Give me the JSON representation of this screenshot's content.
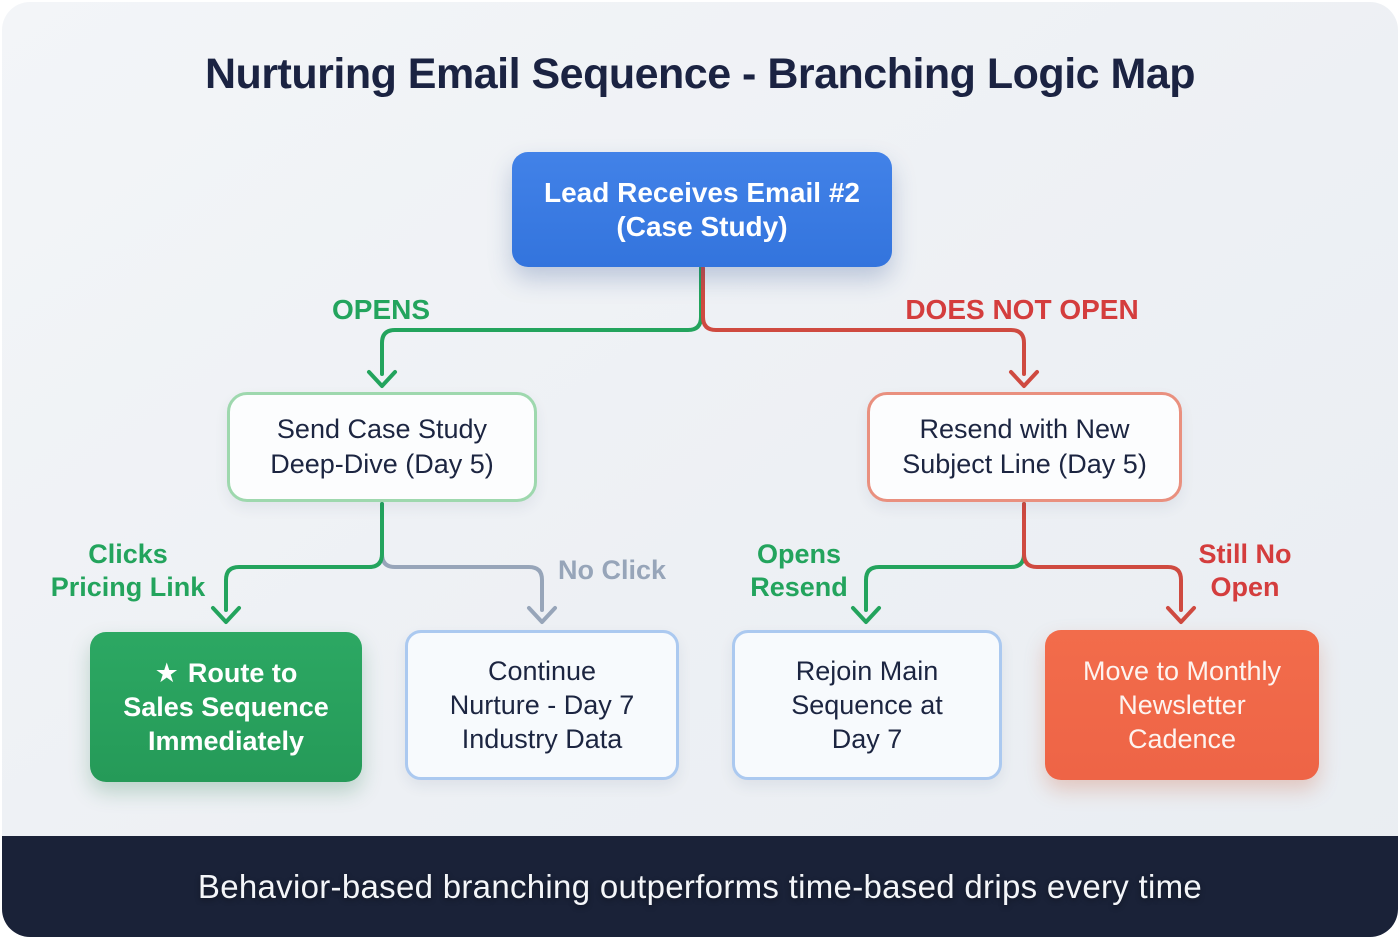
{
  "title": "Nurturing Email Sequence - Branching Logic Map",
  "nodes": {
    "root": {
      "text": "Lead Receives Email #2\n(Case Study)"
    },
    "case_study_deep_dive": {
      "text": "Send Case Study\nDeep-Dive (Day 5)"
    },
    "resend_new_subject": {
      "text": "Resend with New\nSubject Line (Day 5)"
    },
    "route_sales": {
      "icon": "★",
      "text": "Route to\nSales Sequence\nImmediately"
    },
    "continue_nurture": {
      "text": "Continue\nNurture - Day 7\nIndustry Data"
    },
    "rejoin_main": {
      "text": "Rejoin Main\nSequence at\nDay 7"
    },
    "monthly_newsletter": {
      "text": "Move to Monthly\nNewsletter\nCadence"
    }
  },
  "edge_labels": {
    "opens": "OPENS",
    "does_not_open": "DOES NOT OPEN",
    "clicks_pricing": "Clicks\nPricing Link",
    "no_click": "No Click",
    "opens_resend": "Opens\nResend",
    "still_no_open": "Still No\nOpen"
  },
  "footer": {
    "text": "Behavior-based branching outperforms time-based drips every time"
  },
  "colors": {
    "accent_blue": "#3a7ce2",
    "accent_green": "#23a45d",
    "accent_red": "#d43d3d",
    "accent_gray": "#97a5b9",
    "accent_orange": "#f0694a",
    "banner_navy": "#1a2238",
    "canvas_bg": "#eef1f5",
    "text_dark": "#1c2541",
    "border_green": "#9ed8ae",
    "border_red": "#e9907f",
    "border_blue": "#abc9f0"
  }
}
